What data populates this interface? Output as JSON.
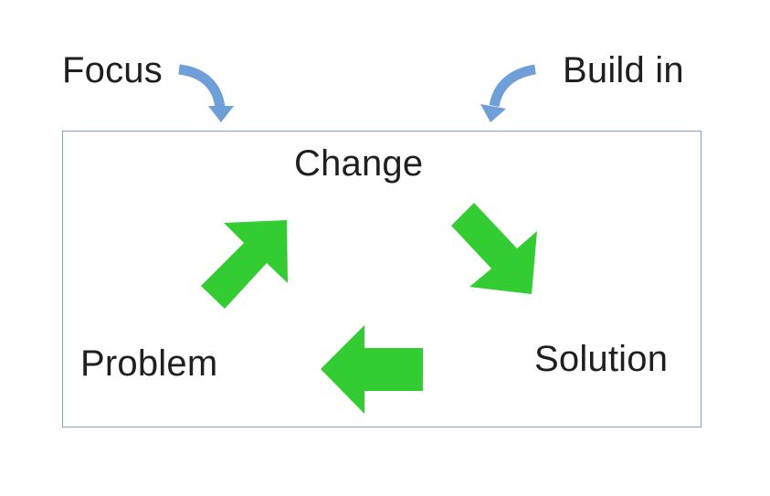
{
  "diagram": {
    "external_labels": {
      "focus": "Focus",
      "build_in": "Build in"
    },
    "cycle_labels": {
      "change": "Change",
      "solution": "Solution",
      "problem": "Problem"
    }
  },
  "colors": {
    "cycle_arrow": "#33cc33",
    "external_arrow": "#6f9fd8",
    "frame_border": "#7ea3d4",
    "text": "#1f1f1f",
    "background": "#ffffff"
  },
  "icons": {
    "focus_arrow": "curved-arrow-down-right-icon",
    "build_in_arrow": "curved-arrow-down-left-icon",
    "problem_to_change": "arrow-up-right-icon",
    "change_to_solution": "arrow-down-right-icon",
    "solution_to_problem": "arrow-left-icon"
  }
}
